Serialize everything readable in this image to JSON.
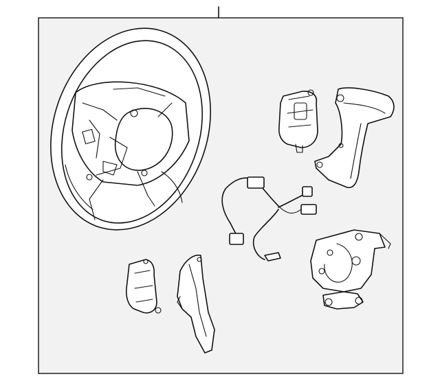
{
  "diagram": {
    "frame_fill": "#f2f2f2",
    "line_color": "#111111",
    "parts": [
      "steering-wheel",
      "switch-module",
      "trim-bezel-right",
      "wiring-harness",
      "mounting-bracket",
      "switch-small-left",
      "trim-bezel-left"
    ]
  }
}
